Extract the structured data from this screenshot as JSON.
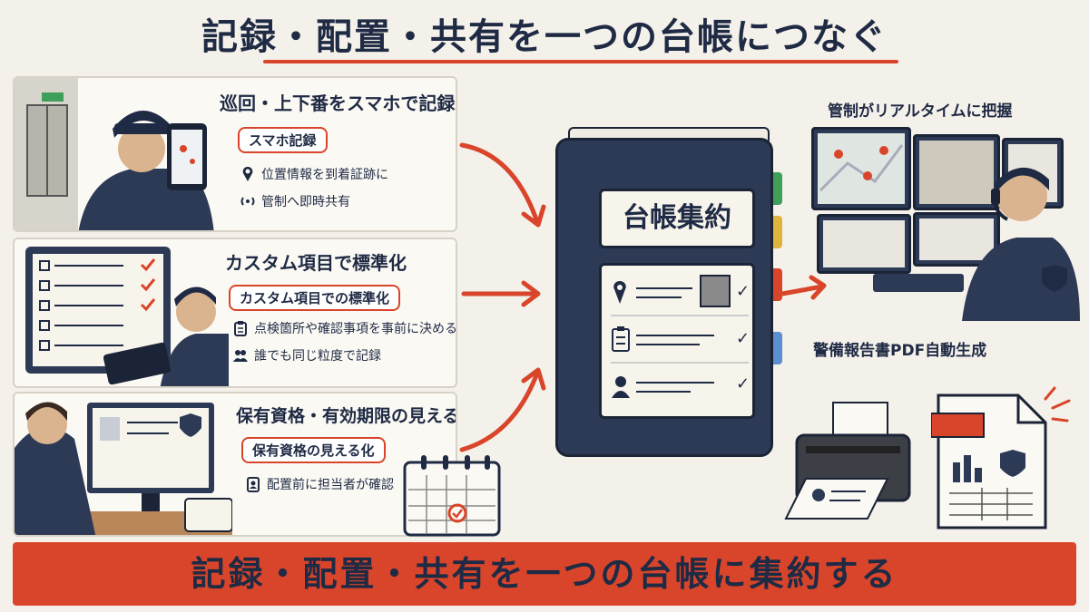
{
  "header": {
    "title": "記録・配置・共有を一つの台帳につなぐ"
  },
  "panels": [
    {
      "heading": "巡回・上下番をスマホで記録",
      "tag": "スマホ記録",
      "features": [
        {
          "icon": "location-pin-icon",
          "text": "位置情報を到着証跡に"
        },
        {
          "icon": "broadcast-icon",
          "text": "管制へ即時共有"
        }
      ]
    },
    {
      "heading": "カスタム項目で標準化",
      "tag": "カスタム項目での標準化",
      "features": [
        {
          "icon": "clipboard-icon",
          "text": "点検箇所や確認事項を事前に決める"
        },
        {
          "icon": "people-icon",
          "text": "誰でも同じ粒度で記録"
        }
      ]
    },
    {
      "heading": "保有資格・有効期限の見える化",
      "tag": "保有資格の見える化",
      "features": [
        {
          "icon": "id-badge-icon",
          "text": "配置前に担当者が確認"
        }
      ]
    }
  ],
  "binder": {
    "label": "台帳集約"
  },
  "right": {
    "monitor_heading": "管制がリアルタイムに把握",
    "report_heading": "警備報告書PDF自動生成"
  },
  "footer": {
    "banner": "記録・配置・共有を一つの台帳に集約する"
  },
  "colors": {
    "accent": "#d9452a",
    "navy": "#2d3a56",
    "background": "#f4f1ea"
  }
}
